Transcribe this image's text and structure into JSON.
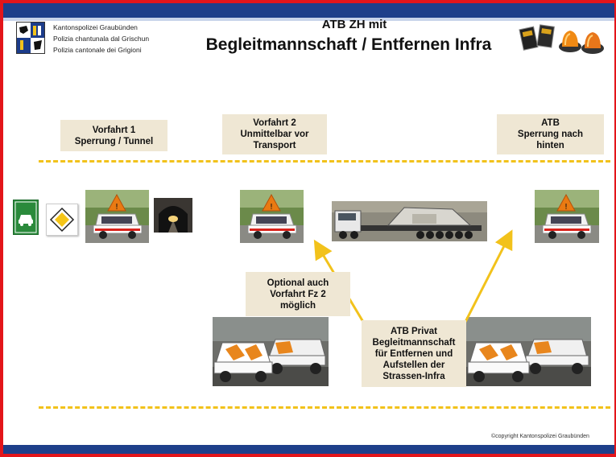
{
  "header": {
    "org_lines": [
      "Kantonspolizei Graubünden",
      "Polizia chantunala dal Grischun",
      "Polizia cantonale dei Grigioni"
    ],
    "title_line1": "ATB ZH mit",
    "title_line2": "Begleitmannschaft / Entfernen Infra"
  },
  "boxes": {
    "vorfahrt1": [
      "Vorfahrt 1",
      "Sperrung / Tunnel"
    ],
    "vorfahrt2": [
      "Vorfahrt 2",
      "Unmittelbar vor",
      "Transport"
    ],
    "atb": [
      "ATB",
      "Sperrung nach",
      "hinten"
    ],
    "optional": [
      "Optional auch",
      "Vorfahrt Fz 2",
      "möglich"
    ],
    "privat": [
      "ATB Privat",
      "Begleitmannschaft",
      "für Entfernen und",
      "Aufstellen der",
      "Strassen-Infra"
    ]
  },
  "footer": {
    "copyright": "©copyright  Kantonspolizei Graubünden"
  },
  "colors": {
    "frame": "#e3151a",
    "bar": "#1e3f8a",
    "dash": "#f2c21b",
    "arrow": "#f2c21b",
    "box": "#efe7d4"
  },
  "icons": [
    "coat-of-arms-icon",
    "car-sign-icon",
    "priority-road-icon",
    "warning-triangle-icon"
  ]
}
